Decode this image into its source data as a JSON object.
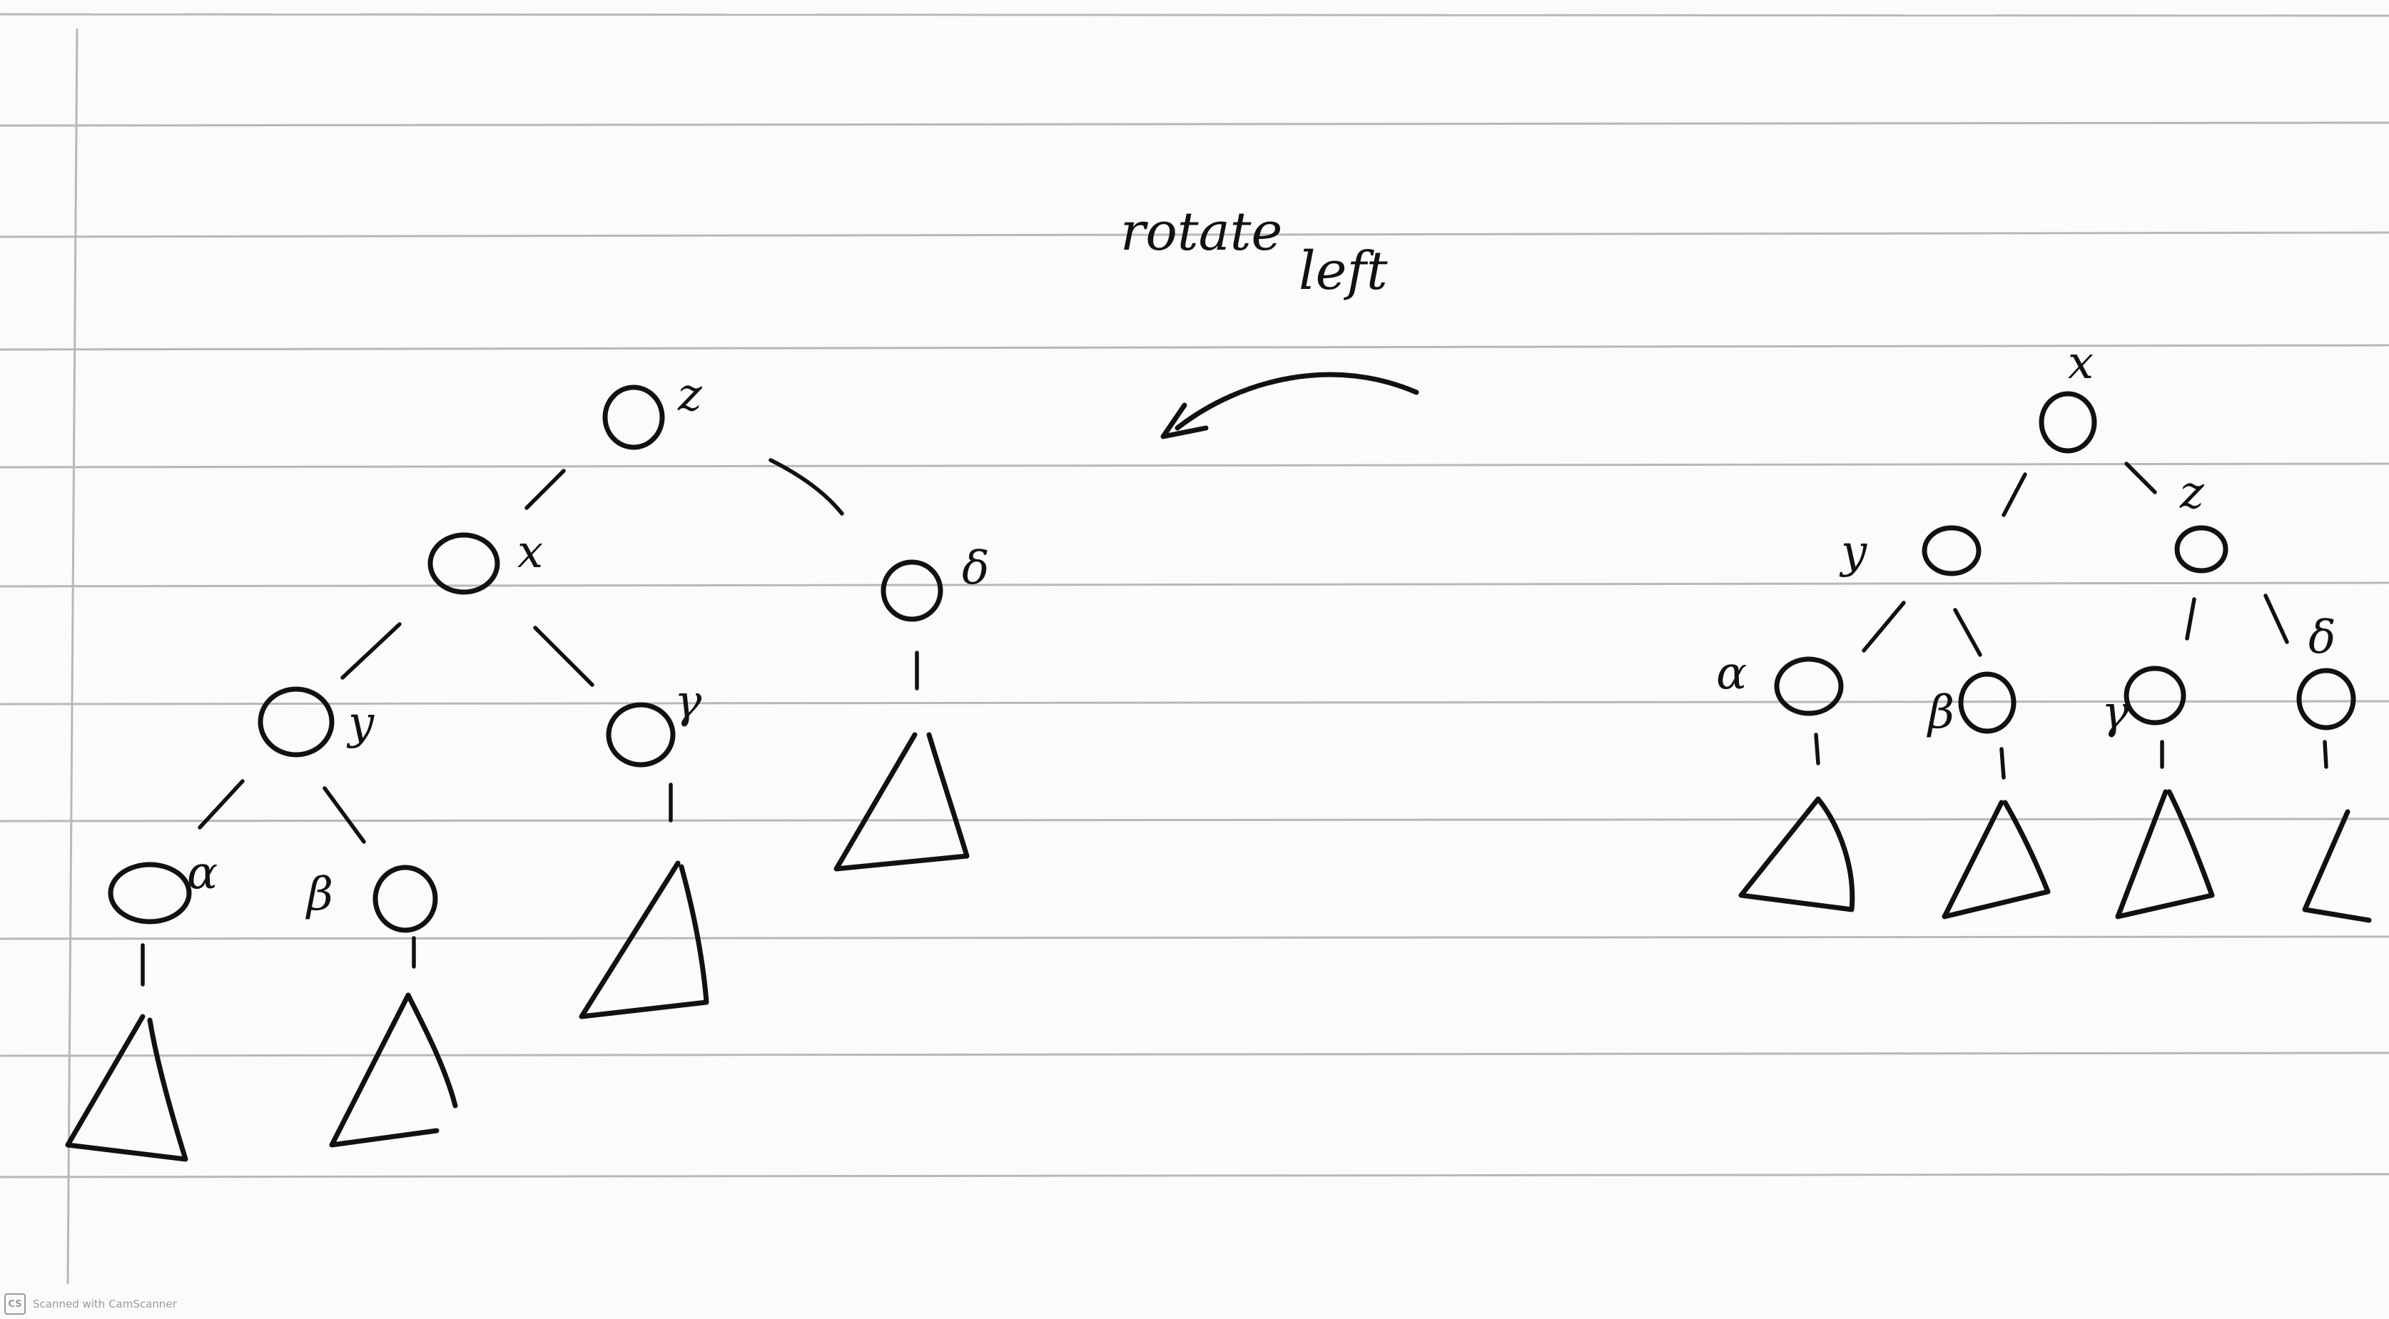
{
  "caption": {
    "line1": "rotate",
    "line2": "left"
  },
  "trees": {
    "left": {
      "nodes": [
        {
          "id": "z",
          "label": "z"
        },
        {
          "id": "x",
          "label": "x"
        },
        {
          "id": "delta",
          "label": "δ"
        },
        {
          "id": "y",
          "label": "y"
        },
        {
          "id": "gamma",
          "label": "γ"
        },
        {
          "id": "alpha",
          "label": "α"
        },
        {
          "id": "beta",
          "label": "β"
        }
      ]
    },
    "right": {
      "nodes": [
        {
          "id": "x",
          "label": "x"
        },
        {
          "id": "y",
          "label": "y"
        },
        {
          "id": "z",
          "label": "z"
        },
        {
          "id": "alpha",
          "label": "α"
        },
        {
          "id": "beta",
          "label": "β"
        },
        {
          "id": "gamma",
          "label": "γ"
        },
        {
          "id": "delta",
          "label": "δ"
        }
      ]
    }
  },
  "watermark": {
    "badge": "CS",
    "text": "Scanned with CamScanner"
  }
}
